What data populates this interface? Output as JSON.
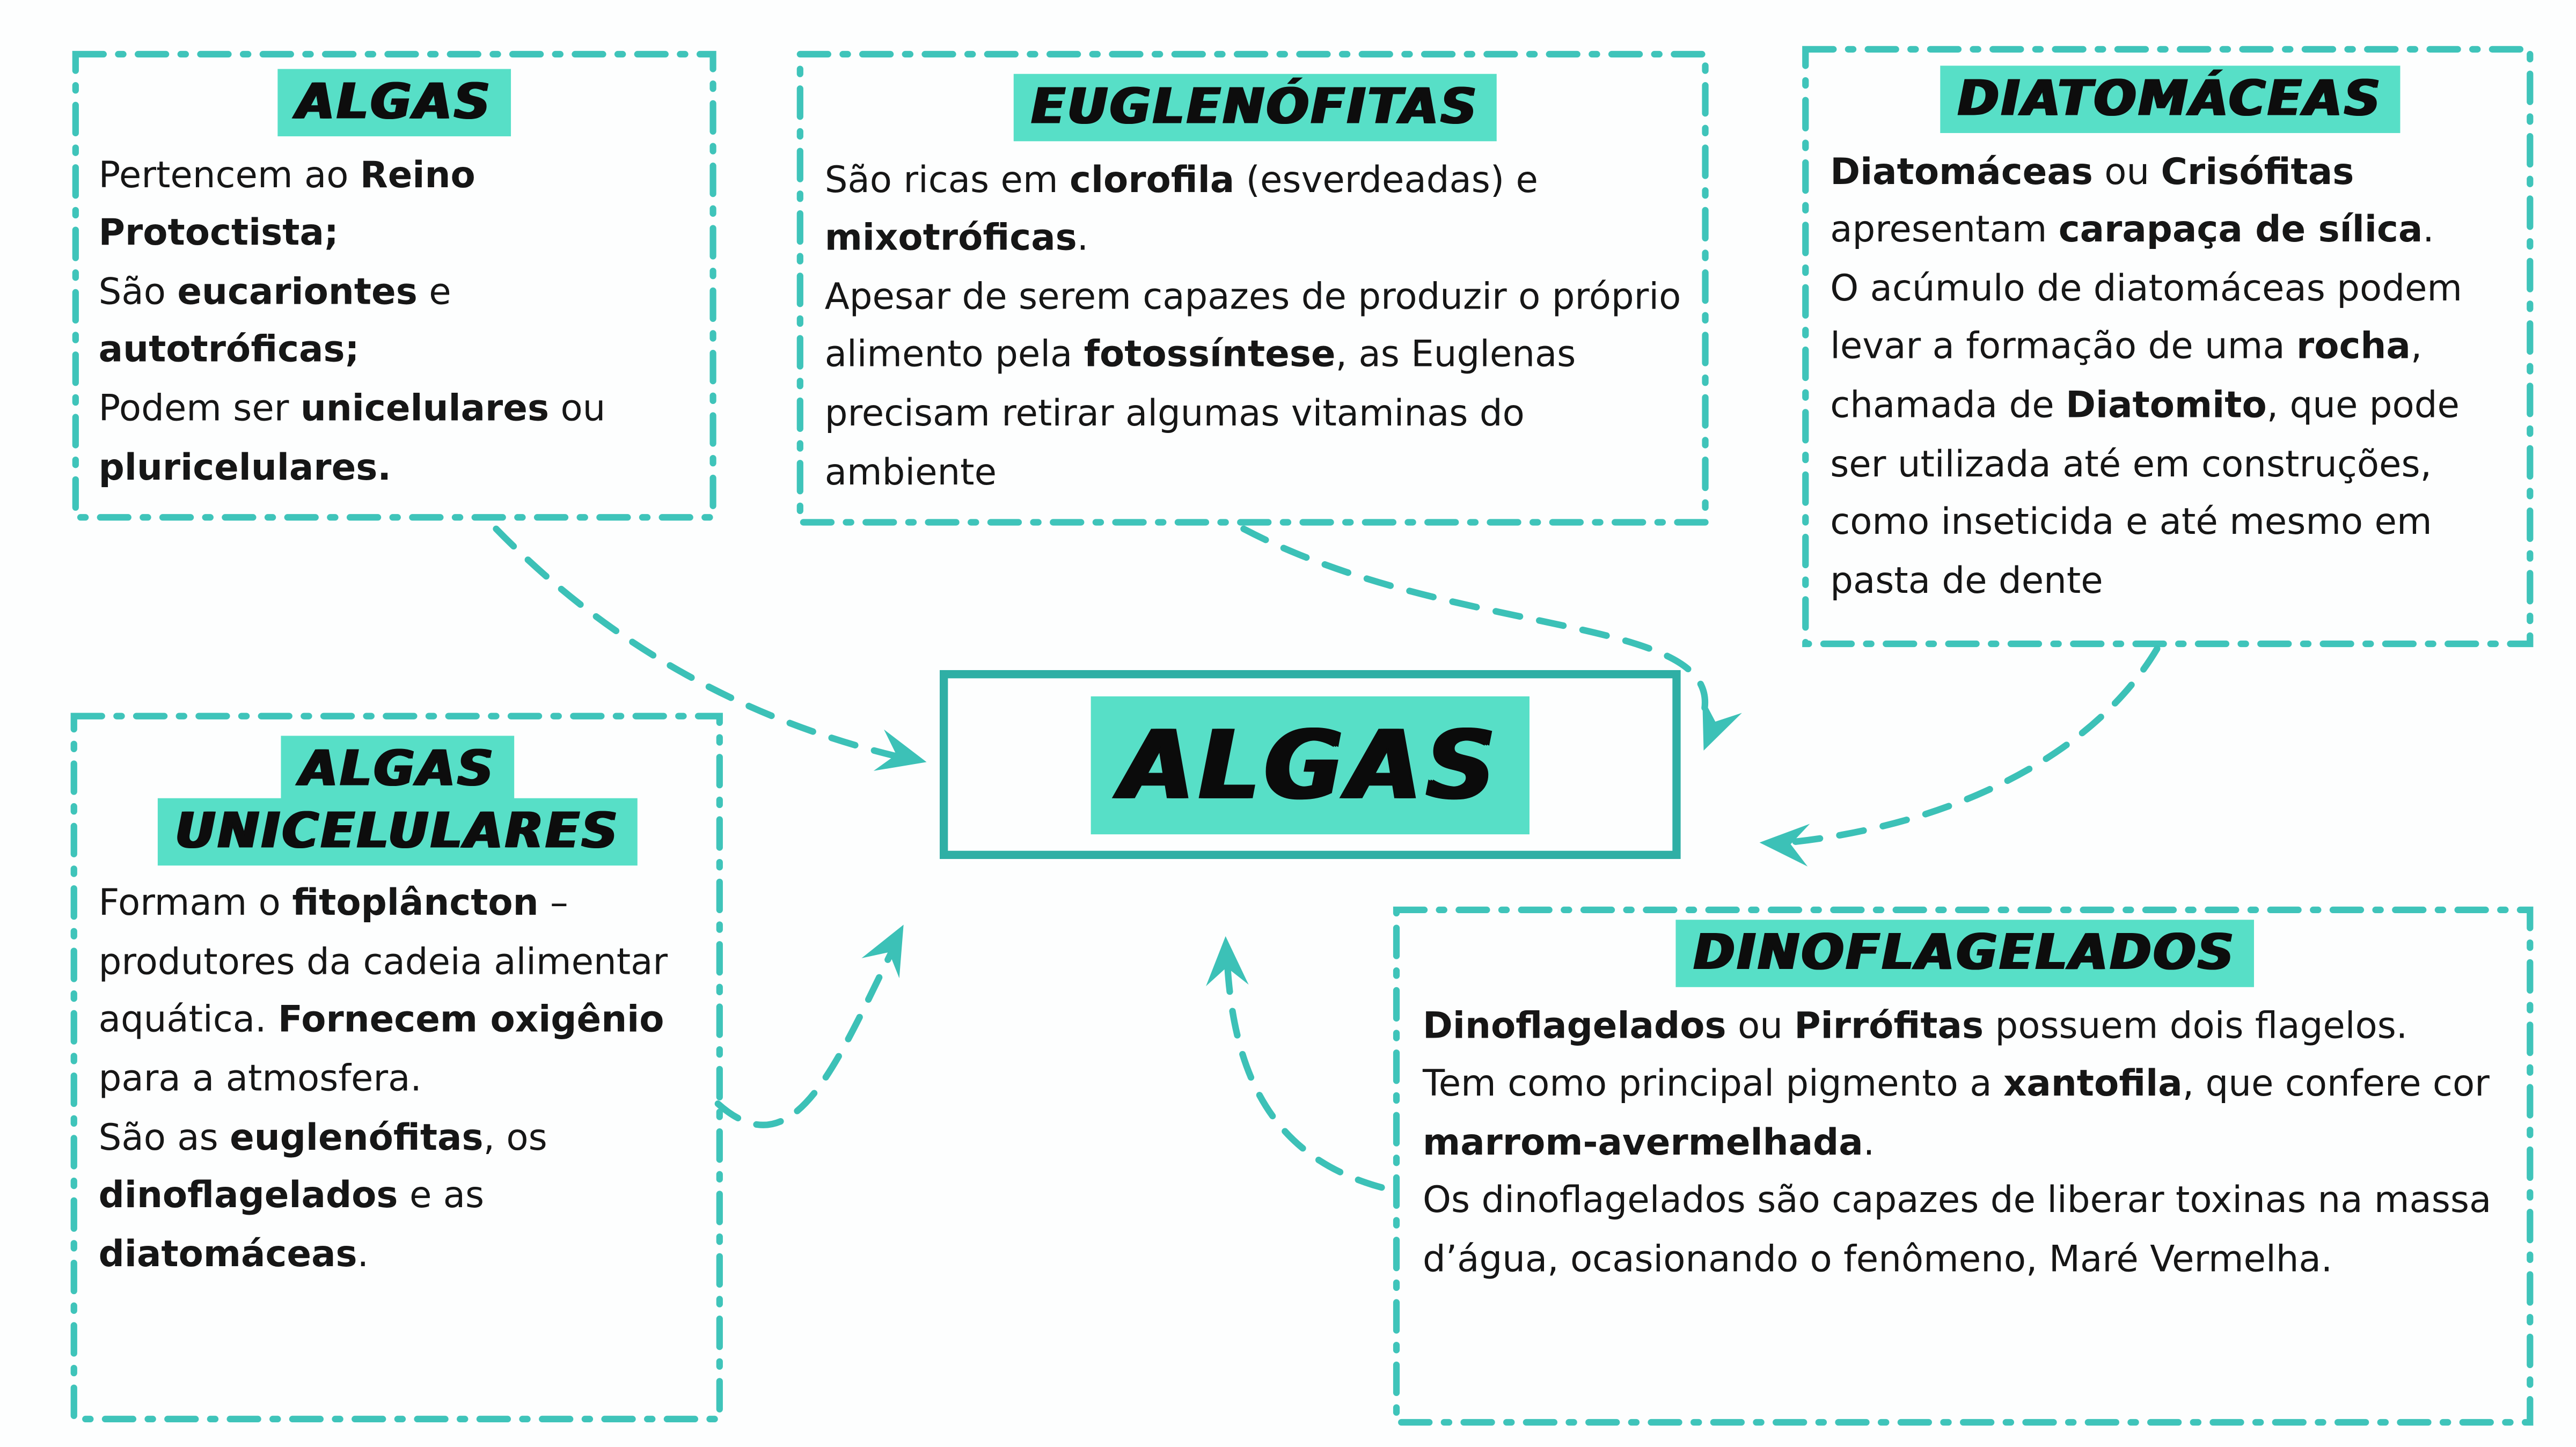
{
  "colors": {
    "dashed_border": "#3fc4ba",
    "solid_center_border": "#2fafa5",
    "highlight": "#57dfc7",
    "arrow": "#3cc1b7",
    "text": "#161616",
    "background": "#fdfefe"
  },
  "center": {
    "label": "ALGAS"
  },
  "boxes": {
    "algas": {
      "title": "ALGAS",
      "paragraphs": [
        [
          {
            "t": "Pertencem ao "
          },
          {
            "t": "Reino Protoctista;",
            "b": true
          }
        ],
        [
          {
            "t": "São "
          },
          {
            "t": "eucariontes",
            "b": true
          },
          {
            "t": " e "
          },
          {
            "t": "autotróficas;",
            "b": true
          }
        ],
        [
          {
            "t": "Podem ser "
          },
          {
            "t": "unicelulares",
            "b": true
          },
          {
            "t": " ou "
          },
          {
            "t": "pluricelulares.",
            "b": true
          }
        ]
      ]
    },
    "euglenofitas": {
      "title": "EUGLENÓFITAS",
      "paragraphs": [
        [
          {
            "t": "São ricas em "
          },
          {
            "t": "clorofila",
            "b": true
          },
          {
            "t": " (esverdeadas) e "
          },
          {
            "t": "mixotróficas",
            "b": true
          },
          {
            "t": "."
          }
        ],
        [
          {
            "t": "Apesar de serem capazes de produzir o próprio alimento pela "
          },
          {
            "t": "fotossíntese",
            "b": true
          },
          {
            "t": ", as Euglenas precisam retirar algumas vitaminas do ambiente"
          }
        ]
      ]
    },
    "diatomaceas": {
      "title": "DIATOMÁCEAS",
      "paragraphs": [
        [
          {
            "t": "Diatomáceas",
            "b": true
          },
          {
            "t": " ou "
          },
          {
            "t": "Crisófitas",
            "b": true
          },
          {
            "t": " apresentam "
          },
          {
            "t": "carapaça de sílica",
            "b": true
          },
          {
            "t": "."
          }
        ],
        [
          {
            "t": "O acúmulo de diatomáceas podem levar a formação de uma "
          },
          {
            "t": "rocha",
            "b": true
          },
          {
            "t": ", chamada de "
          },
          {
            "t": "Diatomito",
            "b": true
          },
          {
            "t": ", que pode ser utilizada até em construções, como inseticida e até mesmo em pasta de dente"
          }
        ]
      ]
    },
    "algas_unicelulares": {
      "title": "ALGAS UNICELULARES",
      "paragraphs": [
        [
          {
            "t": "Formam o "
          },
          {
            "t": "fitoplâncton",
            "b": true
          },
          {
            "t": " – produtores da cadeia alimentar aquática. "
          },
          {
            "t": "Fornecem oxigênio",
            "b": true
          },
          {
            "t": " para a atmosfera."
          }
        ],
        [
          {
            "t": "São as "
          },
          {
            "t": "euglenófitas",
            "b": true
          },
          {
            "t": ", os "
          },
          {
            "t": "dinoflagelados",
            "b": true
          },
          {
            "t": " e as "
          },
          {
            "t": "diatomáceas",
            "b": true
          },
          {
            "t": "."
          }
        ]
      ]
    },
    "dinoflagelados": {
      "title": "DINOFLAGELADOS",
      "paragraphs": [
        [
          {
            "t": "Dinoflagelados",
            "b": true
          },
          {
            "t": " ou "
          },
          {
            "t": "Pirrófitas",
            "b": true
          },
          {
            "t": " possuem dois flagelos."
          }
        ],
        [
          {
            "t": "Tem como principal pigmento a "
          },
          {
            "t": "xantofila",
            "b": true
          },
          {
            "t": ", que confere cor "
          },
          {
            "t": "marrom-avermelhada",
            "b": true
          },
          {
            "t": "."
          }
        ],
        [
          {
            "t": "Os dinoflagelados são capazes de liberar toxinas na massa d’água, ocasionando o fenômeno, Maré Vermelha."
          }
        ]
      ]
    }
  },
  "connections": [
    {
      "from": "algas",
      "to": "center"
    },
    {
      "from": "euglenofitas",
      "to": "center"
    },
    {
      "from": "diatomaceas",
      "to": "center"
    },
    {
      "from": "algas_unicelulares",
      "to": "center"
    },
    {
      "from": "dinoflagelados",
      "to": "center"
    }
  ]
}
